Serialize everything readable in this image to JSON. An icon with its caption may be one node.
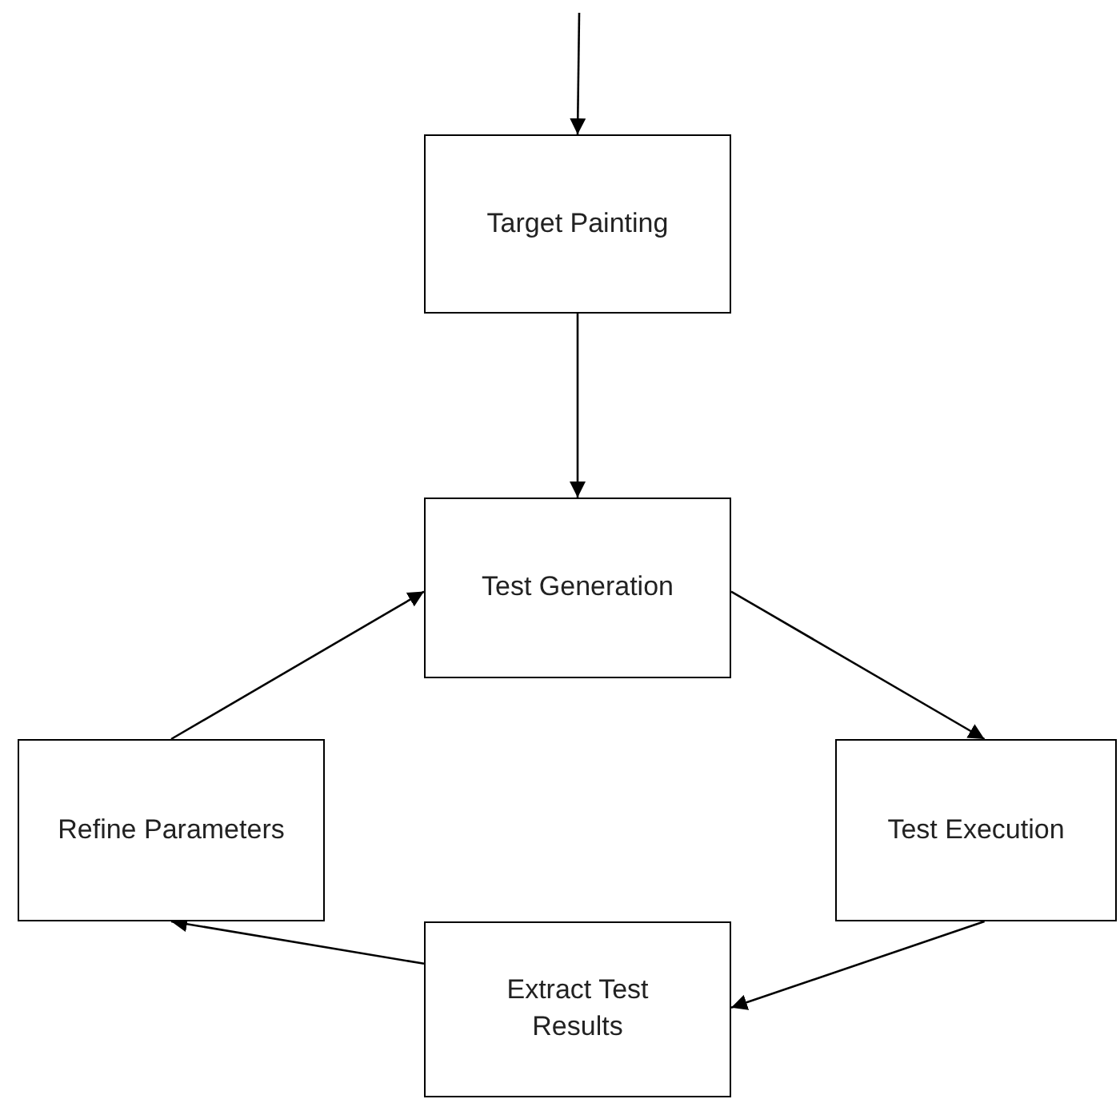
{
  "diagram": {
    "nodes": [
      {
        "text": [
          "Target Painting"
        ]
      },
      {
        "text": [
          "Test Generation"
        ]
      },
      {
        "text": [
          "Refine Parameters"
        ]
      },
      {
        "text": [
          "Test Execution"
        ]
      },
      {
        "text": [
          "Extract Test Results"
        ]
      }
    ],
    "edges": [
      {
        "from": null,
        "to": 0,
        "arrow": "to"
      },
      {
        "from": 0,
        "to": 1,
        "arrow": "to"
      },
      {
        "from": 1,
        "to": 3,
        "arrow": "to"
      },
      {
        "from": 3,
        "to": 4,
        "arrow": "to"
      },
      {
        "from": 4,
        "to": 2,
        "arrow": "to"
      },
      {
        "from": 2,
        "to": 1,
        "arrow": "to"
      }
    ]
  }
}
